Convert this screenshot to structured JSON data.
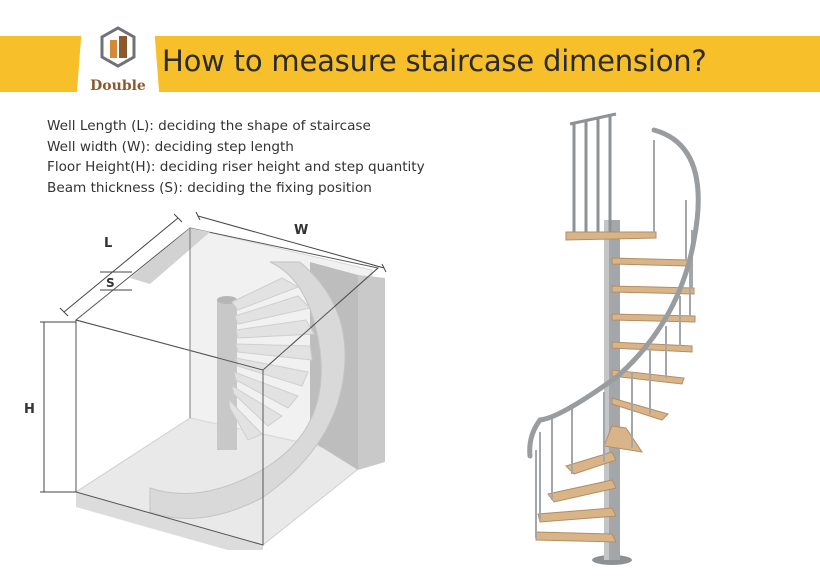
{
  "header": {
    "logo_text": "Double",
    "title": "How to measure staircase dimension?"
  },
  "description": [
    "Well Length (L): deciding the shape of staircase",
    "Well width (W): deciding step length",
    "Floor Height(H): deciding riser height and step quantity",
    "Beam thickness (S): deciding the fixing position"
  ],
  "diagram": {
    "label_l": "L",
    "label_w": "W",
    "label_s": "S",
    "label_h": "H"
  },
  "colors": {
    "banner": "#f7c02b",
    "logo_brown": "#8a5a2e",
    "wood": "#d9b489",
    "metal": "#a4a7aa"
  }
}
